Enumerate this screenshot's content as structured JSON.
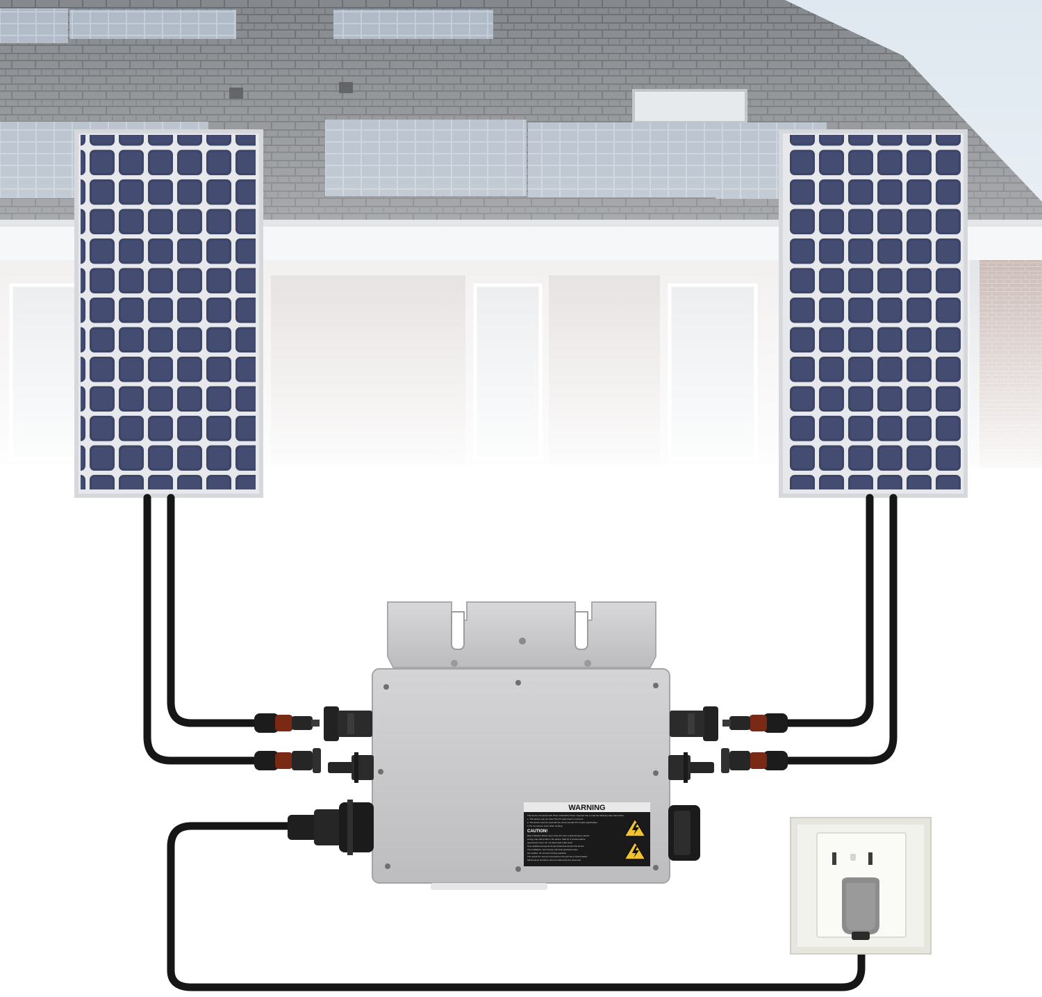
{
  "warning_label": {
    "title": "WARNING",
    "intro": "This device connected with Photo Voltaic(PV) Panel. Operator has to read the following safe rules before.",
    "rules": [
      "1. This device may not work if the PV panel input is incorrect.",
      "2. The device must be used with the recommended PV module specification.",
      "3. Do not remove cover when working."
    ],
    "caution_heading": "CAUTION!",
    "caution_lines": [
      "Risk of Electric Shock. Even if the PV input is disconnected, electric",
      "energy may still remain in the device. Wait for 5 minutes before",
      "opening the cover. Do not disconnect under load.",
      "Only qualified personnel should install and service this device.",
      "The installation must comply with local electrical codes.",
      "Hot surface, do not touch during operation.",
      "The output AC must be connected to the grid via a circuit breaker.",
      "Maintenance should be done by trained service personnel."
    ]
  },
  "colors": {
    "panel_cell": "#3d4566",
    "panel_frame": "#d6d8dc",
    "inverter_body": "#c9c9cb",
    "cable": "#161616",
    "connector_accent": "#7a2a14",
    "socket_plate": "#eaeae2",
    "plug": "#8c8c8c",
    "roof_tile": "#8a8d91",
    "wall_brick": "#b9aaa6"
  },
  "icons": {
    "hazard": "high-voltage-triangle-icon",
    "screw": "screw-icon"
  }
}
